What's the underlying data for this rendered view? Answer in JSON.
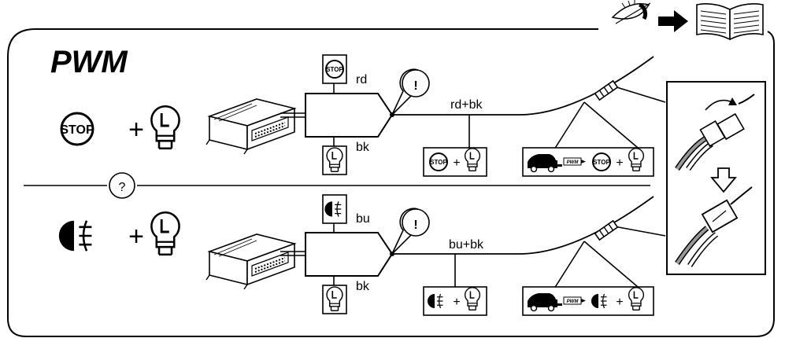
{
  "title": "PWM",
  "symbols": {
    "plus": "+",
    "question": "?",
    "exclamation": "!",
    "stop": "STOP",
    "lamp_letter": "L",
    "pwm_tag": "PWM",
    "arrow": "→"
  },
  "top_row": {
    "upper_wire": "rd",
    "lower_wire": "bk",
    "combined_wire": "rd+bk"
  },
  "bottom_row": {
    "upper_wire": "bu",
    "lower_wire": "bk",
    "combined_wire": "bu+bk"
  },
  "icons": [
    "eye-icon",
    "arrow-right-icon",
    "open-book-icon",
    "stop-lamp-icon",
    "bulb-icon",
    "fog-lamp-icon",
    "trailer-module-icon",
    "car-trailer-icon",
    "connector-icon",
    "info-exclamation-icon",
    "question-icon"
  ]
}
